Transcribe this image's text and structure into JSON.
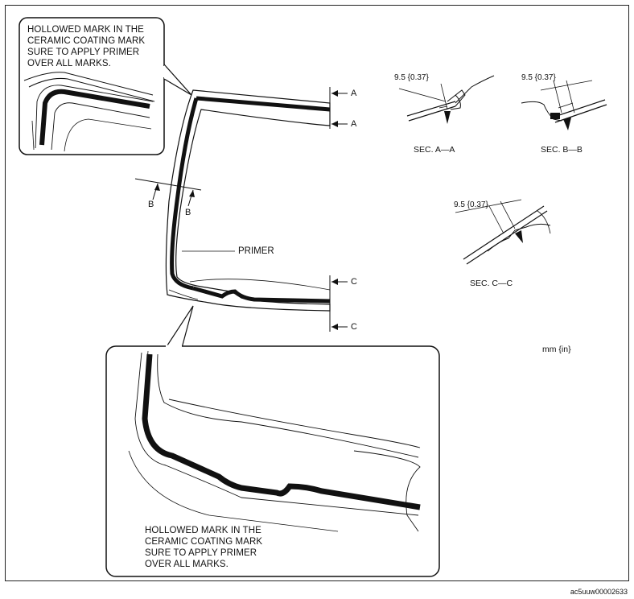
{
  "callouts": {
    "top_left_note": "HOLLOWED MARK IN THE\nCERAMIC COATING MARK\nSURE TO APPLY PRIMER\nOVER ALL MARKS.",
    "bottom_note": "HOLLOWED MARK IN THE\nCERAMIC COATING MARK\nSURE TO APPLY PRIMER\nOVER ALL MARKS."
  },
  "labels": {
    "primer": "PRIMER",
    "arrow_a": "A",
    "arrow_b": "B",
    "arrow_c": "C",
    "units": "mm {in}",
    "image_code": "ac5uuw00002633"
  },
  "sections": [
    {
      "title": "SEC. A—A",
      "dimension": "9.5 {0.37}"
    },
    {
      "title": "SEC. B—B",
      "dimension": "9.5 {0.37}"
    },
    {
      "title": "SEC. C—C",
      "dimension": "9.5 {0.37}"
    }
  ]
}
